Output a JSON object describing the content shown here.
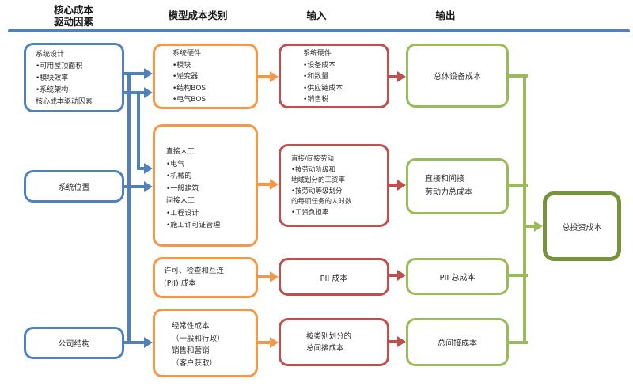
{
  "palette": {
    "blue": "#4f81bd",
    "orange": "#f79646",
    "red": "#c0504d",
    "green": "#9bbb59",
    "dark_green": "#77933c",
    "text": "#2e2e2e"
  },
  "headers": {
    "core_drivers": "核心成本\n驱动因素",
    "model_categories": "模型成本类别",
    "input": "输入",
    "output": "输出"
  },
  "boxes": {
    "system_design": {
      "lines": [
        "系统设计",
        "•可用屋顶面积",
        "•模块效率",
        "•系统架构",
        "核心成本驱动因素"
      ]
    },
    "system_location": {
      "label": "系统位置"
    },
    "company_structure": {
      "label": "公司结构"
    },
    "category_hardware": {
      "lines": [
        "系统硬件",
        "•模块",
        "•逆变器",
        "•结构BOS",
        "•电气BOS"
      ]
    },
    "category_labor": {
      "lines": [
        "直接人工",
        "•电气",
        "•机械的",
        "•一般建筑",
        "间接人工",
        "•工程设计",
        "•施工许可证管理"
      ]
    },
    "category_pii": {
      "lines": [
        "许可、检查和互连",
        "(PII) 成本"
      ]
    },
    "category_recurring": {
      "lines": [
        "经常性成本",
        "（一般和行政）",
        "销售和营销",
        "（客户获取）"
      ]
    },
    "input_hardware": {
      "lines": [
        "系统硬件",
        "•设备成本",
        "•和数量",
        "•供应链成本",
        "•销售税"
      ]
    },
    "input_labor": {
      "lines": [
        "直接/间接劳动",
        "•按劳动阶级和",
        "地域划分的工资率",
        "•按劳动等级划分",
        "的每项任务的人时数",
        "•工资负担率"
      ]
    },
    "input_pii": {
      "label": "PII 成本"
    },
    "input_indirect": {
      "lines": [
        "按类别划分的",
        "总间接成本"
      ]
    },
    "output_equipment": {
      "label": "总体设备成本"
    },
    "output_labor": {
      "lines": [
        "直接和间接",
        "劳动力总成本"
      ]
    },
    "output_pii": {
      "label": "PII  总成本"
    },
    "output_indirect": {
      "label": "总间接成本"
    },
    "total_investment": {
      "label": "总投资成本"
    }
  }
}
